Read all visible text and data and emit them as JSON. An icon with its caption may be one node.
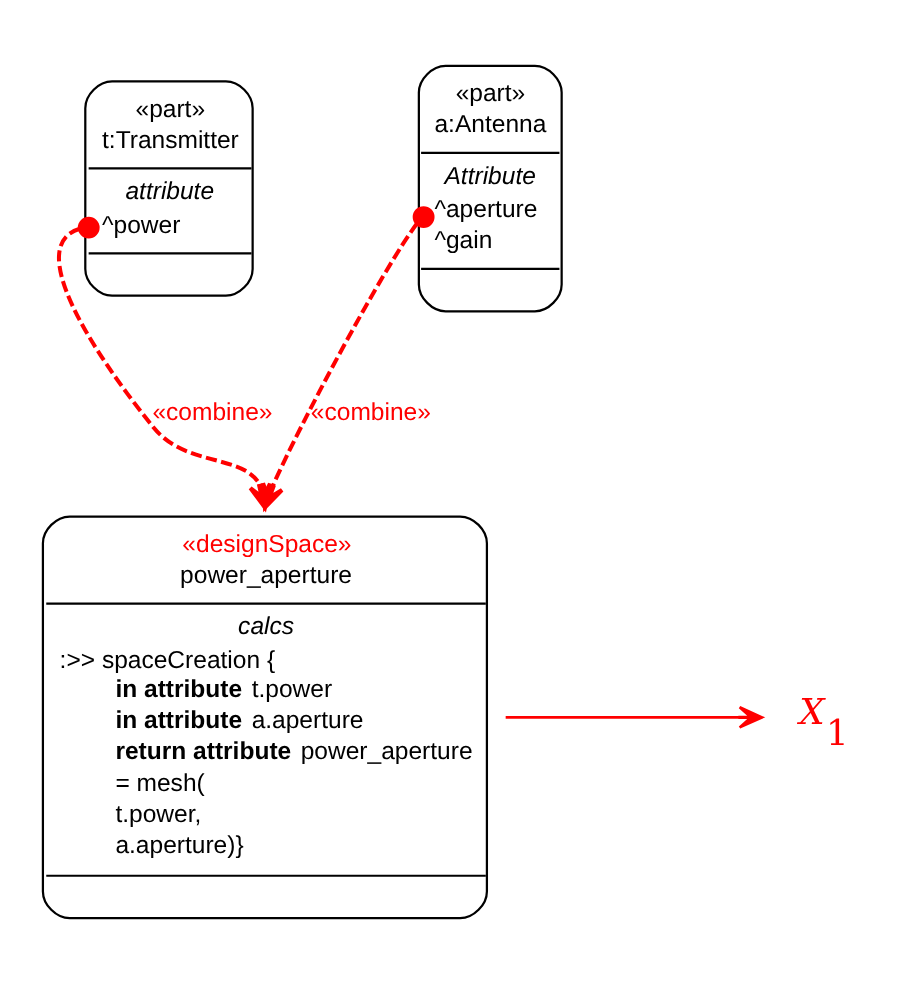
{
  "diagram": {
    "nodes": [
      {
        "text": [
          "«part»",
          "t:Transmitter",
          "attribute",
          "^power"
        ]
      },
      {
        "text": [
          "«part»",
          "a:Antenna",
          "Attribute",
          "^aperture",
          "^gain"
        ]
      },
      {
        "text": [
          "«designSpace»",
          "power_aperture",
          "calcs",
          ":>> spaceCreation {",
          "**in attribute** t.power",
          "**in attribute** a.aperture",
          "**return attribute** power_aperture",
          "= mesh(",
          "t.power,",
          "a.aperture)}"
        ]
      },
      {
        "text": [
          "*X*$_{1}$"
        ]
      }
    ],
    "edges": [
      {
        "from": 0,
        "to": 2,
        "arrow": "to",
        "label": "«combine»",
        "style": "dashed",
        "color": "#ff0000"
      },
      {
        "from": 1,
        "to": 2,
        "arrow": "to",
        "label": "«combine»",
        "style": "dashed",
        "color": "#ff0000"
      },
      {
        "from": 2,
        "to": 3,
        "arrow": "to",
        "color": "#ff0000"
      }
    ]
  }
}
